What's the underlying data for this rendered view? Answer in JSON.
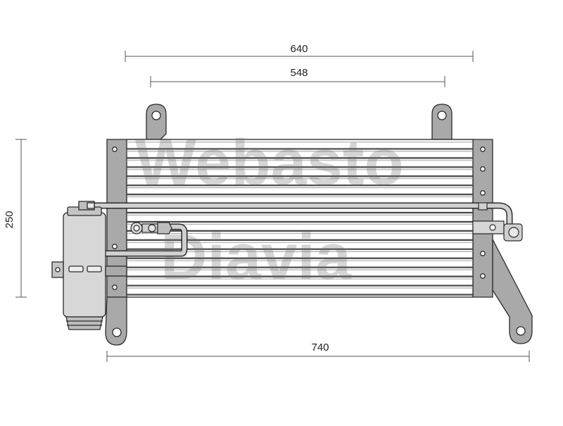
{
  "diagram": {
    "subject": "Condenser with receiver-drier",
    "dimensions": {
      "top_outer": "640",
      "top_inner": "548",
      "height": "250",
      "bottom": "740"
    },
    "watermark": {
      "line1": "Webasto",
      "line2": "Diavia"
    },
    "colors": {
      "frame_fill": "#a9a9a9",
      "line": "#2b2b2b",
      "fin_light": "#f4f4f4",
      "fin_dark": "#4a4a4a",
      "dimension_line": "#555555"
    }
  }
}
